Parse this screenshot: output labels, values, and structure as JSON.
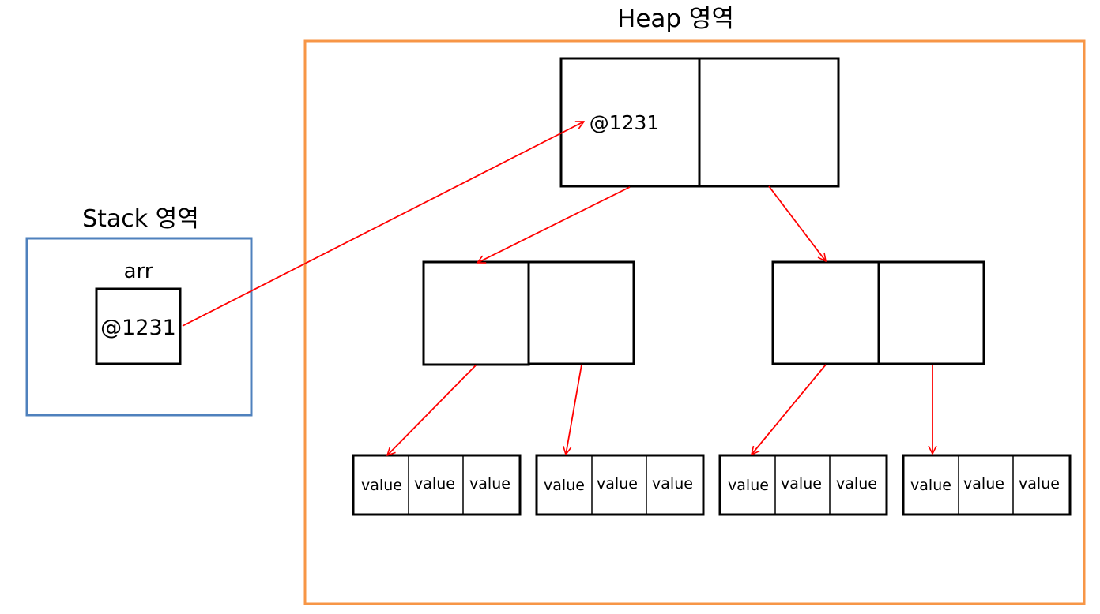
{
  "stack": {
    "title": "Stack 영역",
    "variable_name": "arr",
    "variable_value": "@1231",
    "border_color": "#4f81bd"
  },
  "heap": {
    "title": "Heap 영역",
    "border_color": "#f79646",
    "root": {
      "address_label": "@1231"
    },
    "value_label": "value"
  },
  "arrow_color": "#ff0000"
}
